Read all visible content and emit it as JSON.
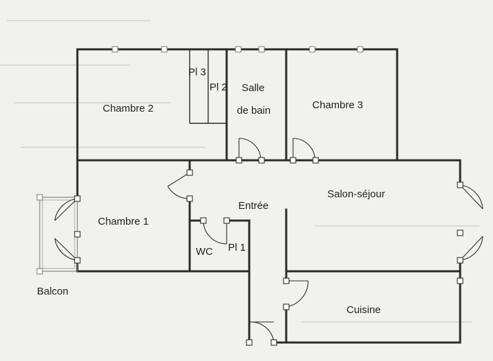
{
  "plan": {
    "rooms": {
      "chambre2": "Chambre 2",
      "chambre3": "Chambre 3",
      "chambre1": "Chambre 1",
      "salle_de_bain_line1": "Salle",
      "salle_de_bain_line2": "de bain",
      "pl3": "Pl 3",
      "pl2": "Pl 2",
      "pl1": "Pl 1",
      "entree": "Entrée",
      "salon": "Salon-séjour",
      "wc": "WC",
      "cuisine": "Cuisine",
      "balcon": "Balcon"
    }
  }
}
